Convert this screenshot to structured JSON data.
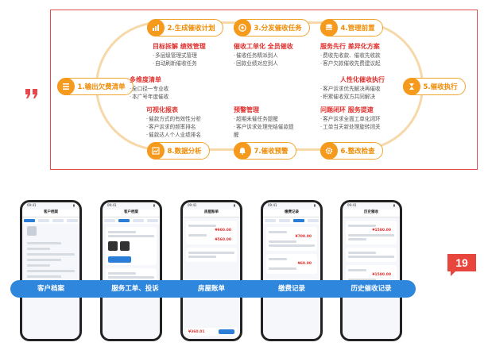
{
  "steps": [
    {
      "label": "1.输出欠费清单",
      "icon": "list-icon"
    },
    {
      "label": "2.生成催收计划",
      "icon": "bar-chart-icon"
    },
    {
      "label": "3.分发催收任务",
      "icon": "target-icon"
    },
    {
      "label": "4.管理前置",
      "icon": "coin-stack-icon"
    },
    {
      "label": "5.催收执行",
      "icon": "hourglass-icon"
    },
    {
      "label": "6.整改检查",
      "icon": "gear-icon"
    },
    {
      "label": "7.催收预警",
      "icon": "bell-icon"
    },
    {
      "label": "8.数据分析",
      "icon": "analysis-icon"
    }
  ],
  "blocks": {
    "plan": {
      "heading": "目标拆解 绩效管理",
      "items": [
        "多层级管理式管理",
        "自动刷新催收任务"
      ]
    },
    "dispatch": {
      "heading": "催收工单化 全员催收",
      "items": [
        "催收任务精派到人",
        "回款业绩对应到人"
      ]
    },
    "front": {
      "heading": "服务先行 差异化方案",
      "items": [
        "费收先收款、催收先收款",
        "客户欠款催收先费建议起"
      ]
    },
    "list": {
      "heading": "多维度清单",
      "items": [
        "全口径一专业收",
        "本广号年度催收"
      ]
    },
    "exec": {
      "heading": "人性化催收执行",
      "items": [
        "客户诉求优先解决再催收",
        "积累催收双方共同解决"
      ]
    },
    "analysis": {
      "heading": "可视化报表",
      "items": [
        "催款方式的有效性分析",
        "客户诉求的频率排名",
        "催款达人个人业绩排名"
      ]
    },
    "warning": {
      "heading": "预警管理",
      "items": [
        "超期未催任务提醒",
        "客户诉求处理完结催款提醒"
      ]
    },
    "check": {
      "heading": "问题闭环 服务提速",
      "items": [
        "客户诉求全面工单化闭环",
        "工单当天新处理旋转闭关"
      ]
    }
  },
  "phones": {
    "p1": {
      "title": "客户档案",
      "time": "09:41"
    },
    "p2": {
      "title": "客户档案",
      "time": "09:41"
    },
    "p3": {
      "title": "房屋账单",
      "time": "09:41",
      "amount_a": "¥900.00",
      "amount_b": "¥560.00",
      "total": "¥360.01"
    },
    "p4": {
      "title": "缴费记录",
      "time": "09:41",
      "amount_a": "¥700.00",
      "amount_b": "¥60.00"
    },
    "p5": {
      "title": "历史催收",
      "time": "09:41",
      "amount_a": "¥1580.00",
      "amount_b": "¥1580.00"
    }
  },
  "bottom_labels": [
    "客户档案",
    "服务工单、投诉",
    "房屋账单",
    "缴费记录",
    "历史催收记录"
  ],
  "page_number": "19",
  "colors": {
    "accent": "#f59a1c",
    "red": "#e0312e",
    "blue": "#2f86dd",
    "frame": "#e5484d"
  }
}
